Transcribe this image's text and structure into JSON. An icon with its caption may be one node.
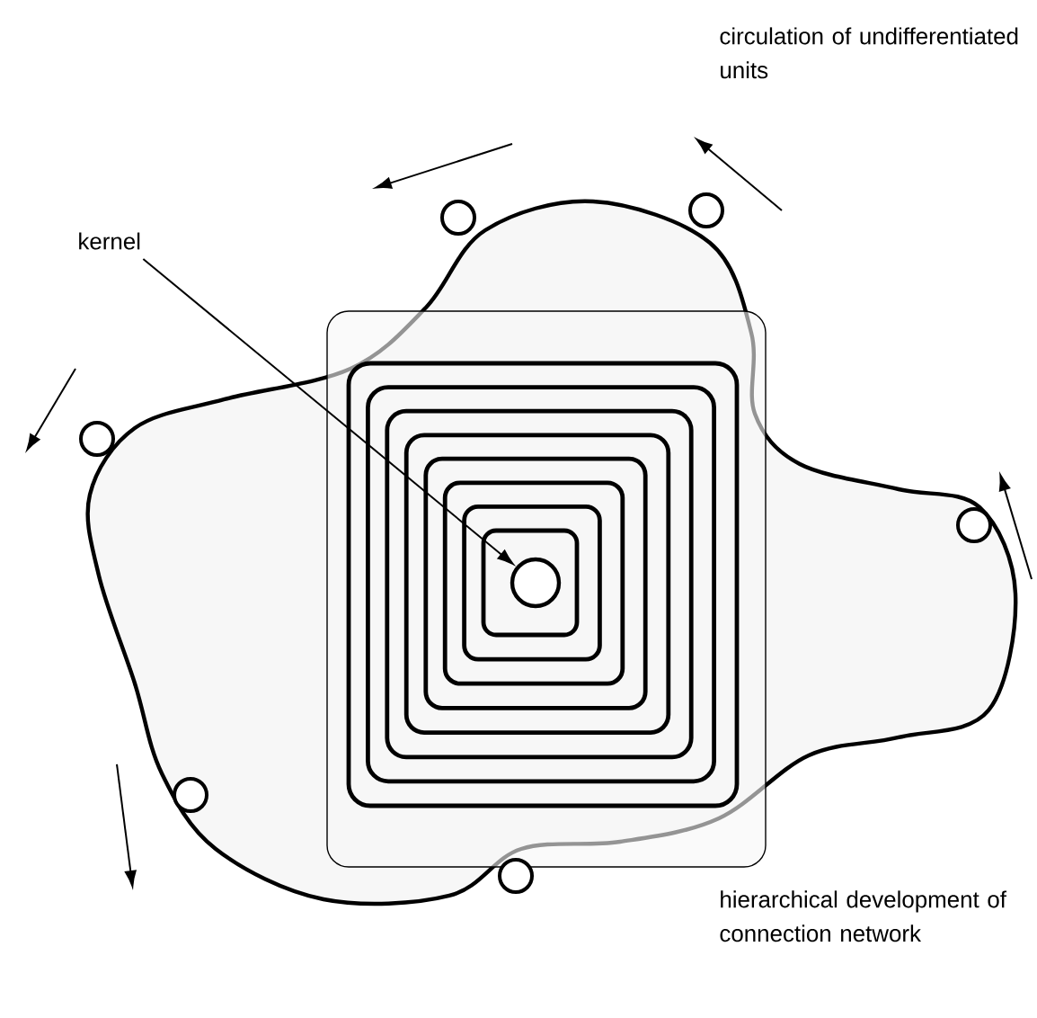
{
  "diagram": {
    "nodes": [
      {
        "text": [
          "kernel"
        ]
      },
      {
        "text": [],
        "shape": "circle"
      }
    ],
    "edges": [
      {
        "from": 0,
        "to": 1,
        "arrow": "to"
      }
    ],
    "labels": [
      "circulation of undifferentiated units",
      "hierarchical development of connection network"
    ]
  }
}
